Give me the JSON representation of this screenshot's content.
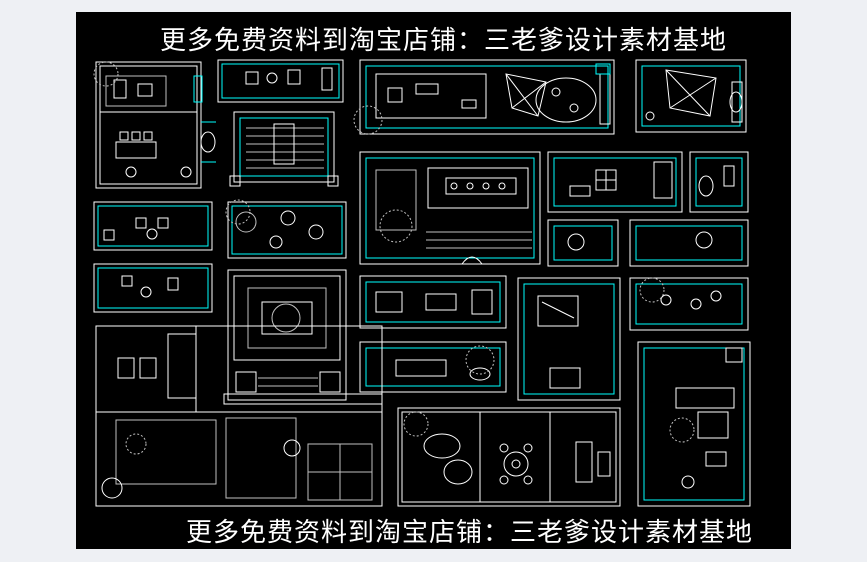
{
  "watermark": {
    "top_text": "更多免费资料到淘宝店铺：三老爹设计素材基地",
    "bottom_text": "更多免费资料到淘宝店铺：三老爹设计素材基地"
  },
  "colors": {
    "page_bg": "#eef0f4",
    "canvas_bg": "#000000",
    "line": "#ffffff",
    "accent": "#00ffff",
    "hatch": "#bfbfbf"
  },
  "drawing": {
    "plans": [
      {
        "id": "plan-office-a",
        "icon": "desk-chairs-icon"
      },
      {
        "id": "plan-lounge-strip",
        "icon": "armchair-icon"
      },
      {
        "id": "plan-staircase",
        "icon": "stair-icon"
      },
      {
        "id": "plan-cafe-tables",
        "icon": "round-table-icon"
      },
      {
        "id": "plan-pavilion",
        "icon": "canopy-icon"
      },
      {
        "id": "plan-meeting-hall",
        "icon": "conference-table-icon"
      },
      {
        "id": "plan-courtyard",
        "icon": "tree-icon"
      },
      {
        "id": "plan-reception",
        "icon": "sofa-icon"
      },
      {
        "id": "plan-garden-house",
        "icon": "landscape-icon"
      },
      {
        "id": "plan-dining-pavilion",
        "icon": "dining-set-icon"
      }
    ]
  }
}
